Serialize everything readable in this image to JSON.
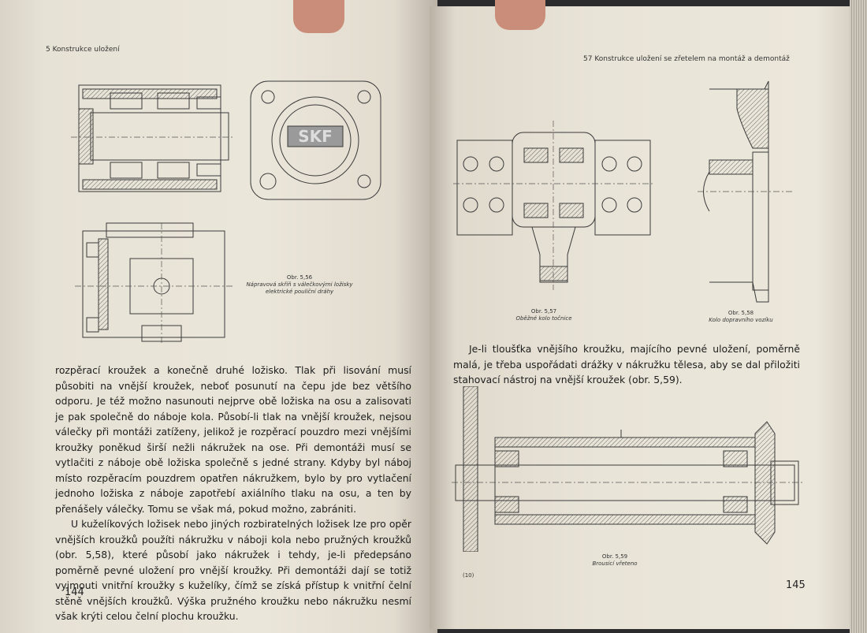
{
  "left_page": {
    "header": "5 Konstrukce uložení",
    "figure_5_56": {
      "number": "Obr. 5,56",
      "caption": "Nápravová skříň s válečkovými ložisky elektrické pouliční dráhy",
      "logo_text": "SKF"
    },
    "paragraphs": [
      "rozpěrací kroužek a konečně druhé ložisko. Tlak při lisování musí působiti na vnější kroužek, neboť posunutí na čepu jde bez většího odporu. Je též možno nasunouti nejprve obě ložiska na osu a zalisovati je pak společně do náboje kola. Působí-li tlak na vnější kroužek, nejsou válečky při montáži zatíženy, jelikož je rozpěrací pouzdro mezi vnějšími kroužky poněkud širší nežli nákružek na ose. Při demontáži musí se vytlačiti z náboje obě ložiska společně s jedné strany. Kdyby byl náboj místo rozpěracím pouzdrem opatřen nákružkem, bylo by pro vytlačení jednoho ložiska z náboje zapotřebí axiálního tlaku na osu, a ten by přenášely válečky. Tomu se však má, pokud možno, zabrániti.",
      "U kuželíkových ložisek nebo jiných rozbiratelných ložisek lze pro opěr vnějších kroužků použíti nákružku v náboji kola nebo pružných kroužků (obr. 5,58), které působí jako nákružek i tehdy, je-li předepsáno poměrně pevné uložení pro vnější kroužky. Při demontáži dají se totiž vyjmouti vnitřní kroužky s kuželíky, čímž se získá přístup k vnitřní čelní stěně vnějších kroužků. Výška pružného kroužku nebo nákružku nesmí však krýti celou čelní plochu kroužku."
    ],
    "page_number": "144"
  },
  "right_page": {
    "header": "57 Konstrukce uložení se zřetelem na montáž a demontáž",
    "figure_5_57": {
      "number": "Obr. 5,57",
      "caption": "Oběžné kolo točnice"
    },
    "figure_5_58": {
      "number": "Obr. 5,58",
      "caption": "Kolo dopravního vozíku"
    },
    "paragraph": "Je-li tloušťka vnějšího kroužku, majícího pevné uložení, poměrně malá, je třeba uspořádati drážky v nákružku tělesa, aby se dal přiložiti stahovací nástroj na vnější kroužek (obr. 5,59).",
    "figure_5_59": {
      "number": "Obr. 5,59",
      "caption": "Brousicí vřeteno"
    },
    "signature_mark": "(10)",
    "page_number": "145"
  }
}
